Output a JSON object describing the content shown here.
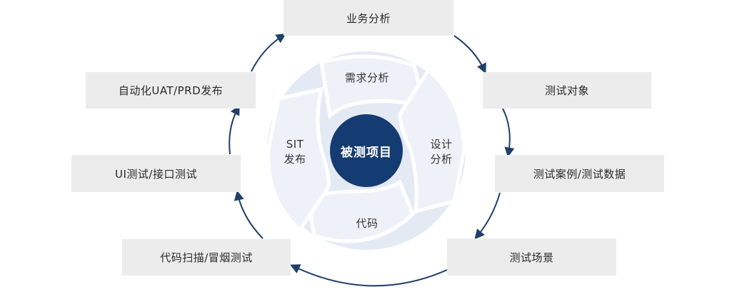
{
  "center": {
    "label": "被测项目"
  },
  "inner_segments": {
    "top": "需求分析",
    "right_line1": "设计",
    "right_line2": "分析",
    "bottom": "代码",
    "left_line1": "SIT",
    "left_line2": "发布"
  },
  "outer_steps": {
    "top": "业务分析",
    "right_1": "测试对象",
    "right_2": "测试案例/测试数据",
    "right_3": "测试场景",
    "left_3": "代码扫描/冒烟测试",
    "left_2": "UI测试/接口测试",
    "left_1": "自动化UAT/PRD发布"
  },
  "colors": {
    "center_fill": "#153c72",
    "ring_fill": "#e4eaf4",
    "segment_fill": "#eef2f8",
    "arrow": "#1f3f6b",
    "box_fill": "#ececec"
  }
}
